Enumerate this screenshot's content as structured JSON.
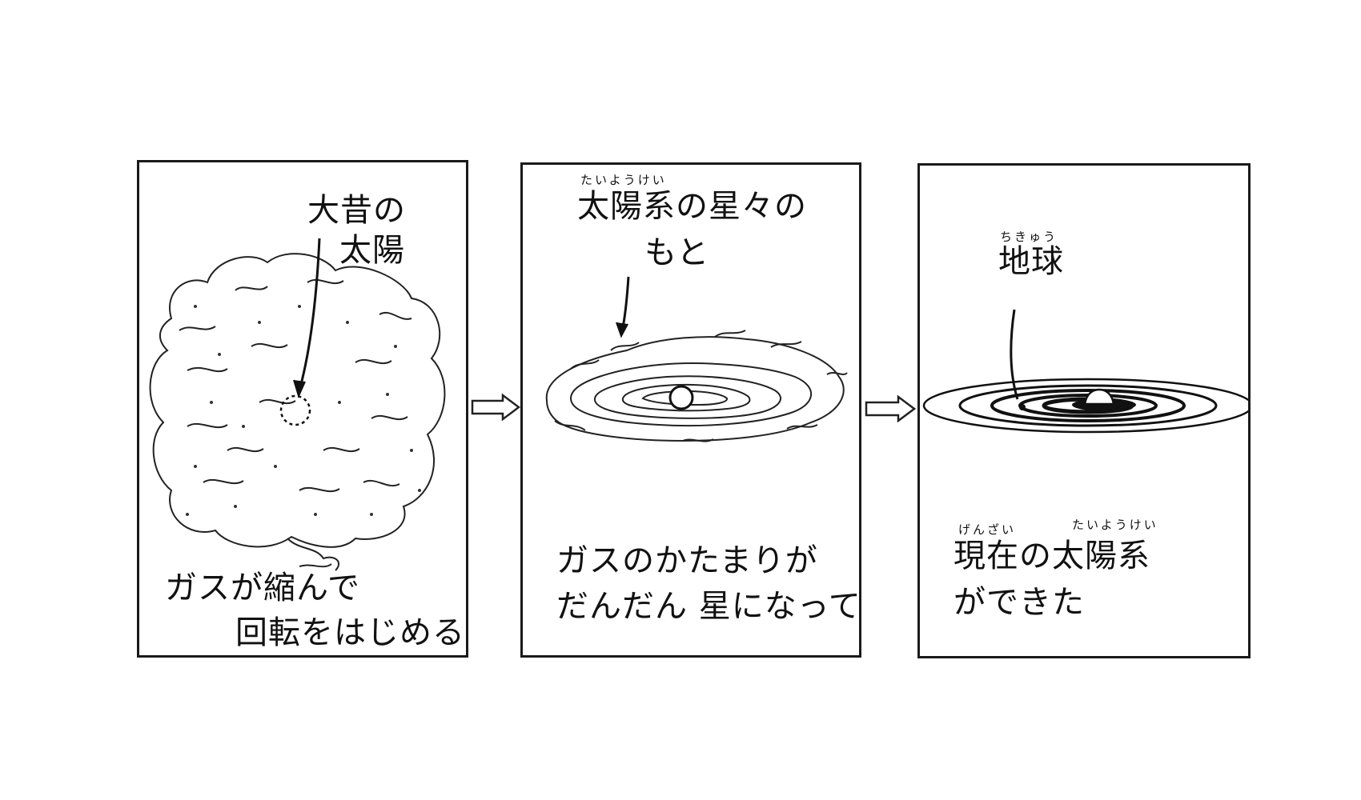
{
  "panels": [
    {
      "label": [
        "大昔の",
        "太陽"
      ],
      "caption": [
        "ガスが縮んで",
        "回転をはじめる"
      ]
    },
    {
      "label_ruby": "たいようけい",
      "label": [
        "太陽系の星々の",
        "もと"
      ],
      "caption": [
        "ガスのかたまりが",
        "だんだん 星になって"
      ]
    },
    {
      "label_ruby": "ちきゅう",
      "label": [
        "地球"
      ],
      "caption_ruby": [
        "げんざい",
        "たいようけい"
      ],
      "caption": [
        "現在の太陽系",
        "ができた"
      ]
    }
  ]
}
